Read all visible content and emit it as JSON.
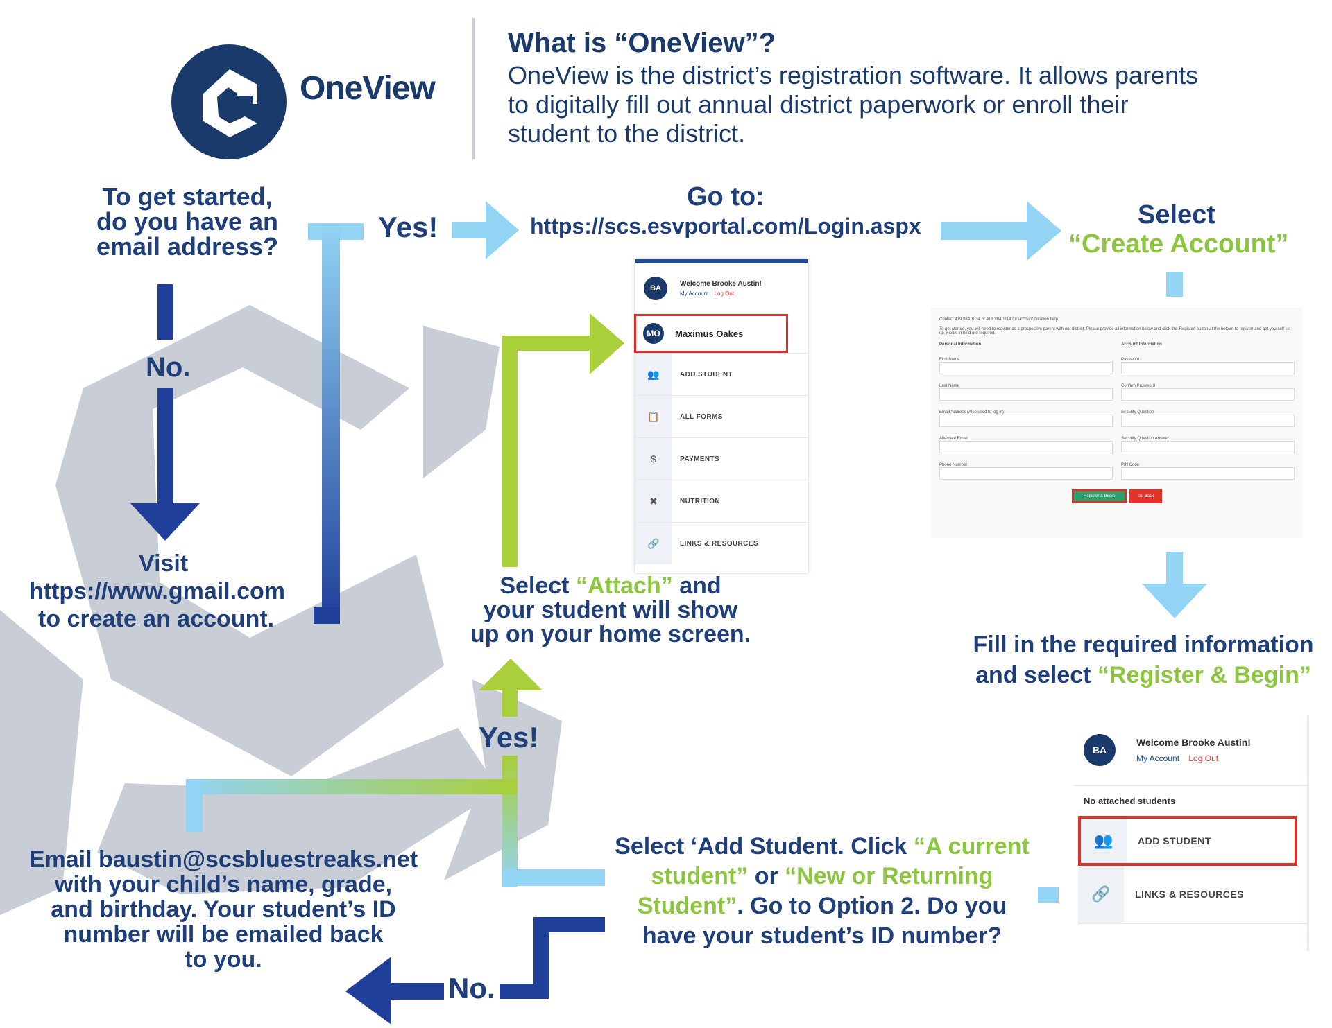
{
  "header": {
    "brand": "OneView",
    "title": "What is “OneView”?",
    "body": "OneView is the district’s registration software. It allows parents to digitally fill out annual district paperwork or enroll their student to the district."
  },
  "flow": {
    "start": "To get started, do you have an email address?",
    "yes1": "Yes!",
    "no1": "No.",
    "goto_label": "Go to:",
    "goto_url": "https://scs.esvportal.com/Login.aspx",
    "select_label": "Select",
    "create_account": "“Create Account”",
    "visit": "Visit",
    "gmail_url": "https://www.gmail.com",
    "gmail_tail": "to create an account.",
    "attach_a": "Select ",
    "attach_green": "“Attach”",
    "attach_b": " and",
    "attach_line2": "your student will show",
    "attach_line3": "up on your home screen.",
    "fill_line1": "Fill in the required information",
    "fill_line2_a": "and select ",
    "fill_line2_green": "“Register & Begin”",
    "yes2": "Yes!",
    "no2": "No.",
    "add_a": "Select ‘Add Student. Click ",
    "add_green1": "“A current",
    "add_green2": "student”",
    "add_or": " or ",
    "add_green3": "“New or Returning",
    "add_green4": "Student”",
    "add_b": ". Go to Option 2. Do you",
    "add_c": "have your student’s ID number?",
    "email_line1": "Email baustin@scsbluestreaks.net",
    "email_line2": "with your child’s name, grade,",
    "email_line3": "and birthday. Your student’s ID",
    "email_line4": "number will be emailed back",
    "email_line5": "to you."
  },
  "shot_home": {
    "initials": "BA",
    "welcome": "Welcome Brooke Austin!",
    "my_account": "My Account",
    "log_out": "Log Out",
    "student_initials": "MO",
    "student_name": "Maximus Oakes",
    "menu": [
      "ADD STUDENT",
      "ALL FORMS",
      "PAYMENTS",
      "NUTRITION",
      "LINKS & RESOURCES"
    ]
  },
  "shot_form": {
    "help": "Contact 419.984.1034 or 419.984.1114 for account creation help.",
    "intro": "To get started, you will need to register as a prospective parent with our district. Please provide all information below and click the 'Register' button at the bottom to register and get yourself set up. Fields in bold are required.",
    "personal": "Personal Information",
    "account": "Account Information",
    "left_fields": [
      "First Name",
      "Last Name",
      "Email Address (Also used to log in)",
      "Alternate Email",
      "Phone Number"
    ],
    "right_fields": [
      "Password",
      "Confirm Password",
      "Security Question",
      "Security Question Answer",
      "PIN Code"
    ],
    "register": "Register & Begin",
    "go_back": "Go Back"
  },
  "shot_add": {
    "initials": "BA",
    "welcome": "Welcome Brooke Austin!",
    "my_account": "My Account",
    "log_out": "Log Out",
    "no_students": "No attached students",
    "add_student": "ADD STUDENT",
    "links": "LINKS & RESOURCES"
  }
}
